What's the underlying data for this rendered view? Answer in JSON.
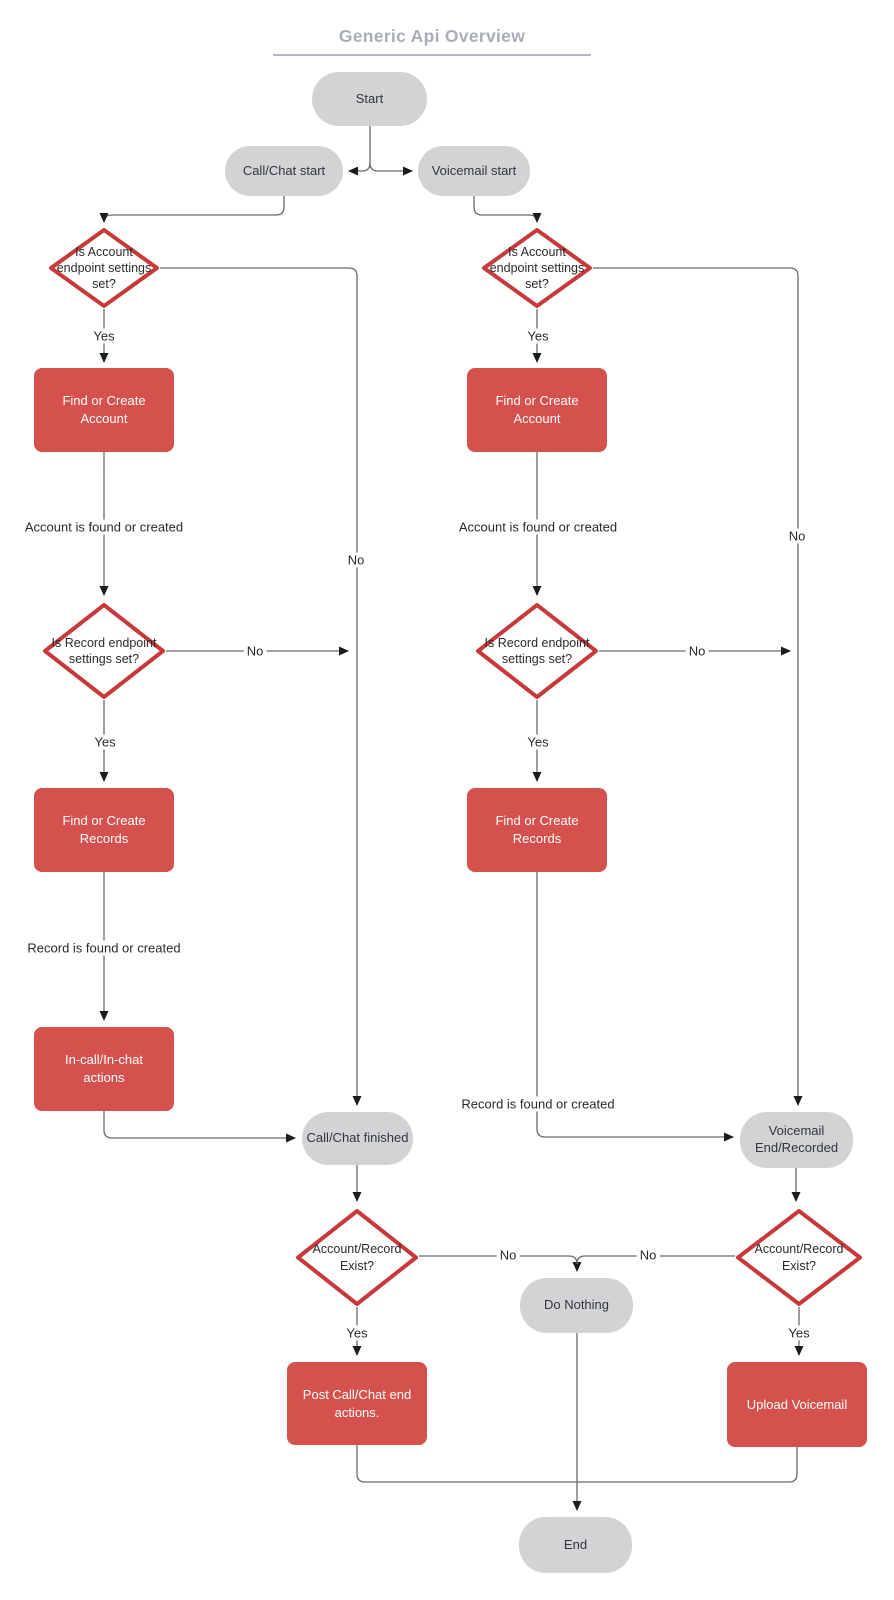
{
  "diagram": {
    "title": "Generic Api Overview",
    "colors": {
      "terminator_fill": "#d1d3d4",
      "process_fill": "#d4514e",
      "process_text": "#ffffff",
      "decision_border": "#c8393c",
      "decision_fill": "#ffffff",
      "connector_line": "#6a6a6a",
      "arrowhead": "#1c1c1c",
      "title_text": "#a8aeb9"
    },
    "nodes": {
      "start": {
        "type": "terminator",
        "label": "Start"
      },
      "callchat_start": {
        "type": "terminator",
        "label": "Call/Chat start"
      },
      "voicemail_start": {
        "type": "terminator",
        "label": "Voicemail start"
      },
      "dec_account_call": {
        "type": "decision",
        "label": "Is Account endpoint settings set?"
      },
      "find_account_call": {
        "type": "process",
        "label": "Find or Create Account"
      },
      "dec_record_call": {
        "type": "decision",
        "label": "Is Record endpoint settings set?"
      },
      "find_records_call": {
        "type": "process",
        "label": "Find or Create Records"
      },
      "incall_actions": {
        "type": "process",
        "label": "In-call/In-chat actions"
      },
      "callchat_finished": {
        "type": "terminator",
        "label": "Call/Chat finished"
      },
      "dec_account_vm": {
        "type": "decision",
        "label": "Is Account endpoint settings set?"
      },
      "find_account_vm": {
        "type": "process",
        "label": "Find or Create Account"
      },
      "dec_record_vm": {
        "type": "decision",
        "label": "Is Record endpoint settings set?"
      },
      "find_records_vm": {
        "type": "process",
        "label": "Find or Create Records"
      },
      "voicemail_end": {
        "type": "terminator",
        "label": "Voicemail End/Recorded"
      },
      "dec_exist_call": {
        "type": "decision",
        "label": "Account/Record Exist?"
      },
      "dec_exist_vm": {
        "type": "decision",
        "label": "Account/Record Exist?"
      },
      "do_nothing": {
        "type": "terminator",
        "label": "Do Nothing"
      },
      "post_call_actions": {
        "type": "process",
        "label": "Post Call/Chat end actions."
      },
      "upload_voicemail": {
        "type": "process",
        "label": "Upload Voicemail"
      },
      "end": {
        "type": "terminator",
        "label": "End"
      }
    },
    "edge_labels": {
      "yes_account_call": "Yes",
      "no_account_call": "No",
      "acct_found_call": "Account is found or created",
      "yes_record_call": "Yes",
      "no_record_call": "No",
      "rec_found_call": "Record is found or created",
      "yes_exist_call": "Yes",
      "no_exist_call": "No",
      "yes_account_vm": "Yes",
      "no_account_vm": "No",
      "acct_found_vm": "Account is found or created",
      "yes_record_vm": "Yes",
      "no_record_vm": "No",
      "rec_found_vm": "Record is found or created",
      "yes_exist_vm": "Yes",
      "no_exist_vm": "No"
    },
    "edges": [
      {
        "from": "start",
        "to": "callchat_start"
      },
      {
        "from": "start",
        "to": "voicemail_start"
      },
      {
        "from": "callchat_start",
        "to": "dec_account_call"
      },
      {
        "from": "dec_account_call",
        "to": "find_account_call",
        "label": "Yes"
      },
      {
        "from": "dec_account_call",
        "to": "callchat_finished",
        "label": "No"
      },
      {
        "from": "find_account_call",
        "to": "dec_record_call",
        "label": "Account is found or created"
      },
      {
        "from": "dec_record_call",
        "to": "find_records_call",
        "label": "Yes"
      },
      {
        "from": "dec_record_call",
        "to": "callchat_finished",
        "label": "No"
      },
      {
        "from": "find_records_call",
        "to": "incall_actions",
        "label": "Record is found or created"
      },
      {
        "from": "incall_actions",
        "to": "callchat_finished"
      },
      {
        "from": "callchat_finished",
        "to": "dec_exist_call"
      },
      {
        "from": "dec_exist_call",
        "to": "post_call_actions",
        "label": "Yes"
      },
      {
        "from": "dec_exist_call",
        "to": "do_nothing",
        "label": "No"
      },
      {
        "from": "post_call_actions",
        "to": "end"
      },
      {
        "from": "voicemail_start",
        "to": "dec_account_vm"
      },
      {
        "from": "dec_account_vm",
        "to": "find_account_vm",
        "label": "Yes"
      },
      {
        "from": "dec_account_vm",
        "to": "voicemail_end",
        "label": "No"
      },
      {
        "from": "find_account_vm",
        "to": "dec_record_vm",
        "label": "Account is found or created"
      },
      {
        "from": "dec_record_vm",
        "to": "find_records_vm",
        "label": "Yes"
      },
      {
        "from": "dec_record_vm",
        "to": "voicemail_end",
        "label": "No"
      },
      {
        "from": "find_records_vm",
        "to": "voicemail_end",
        "label": "Record is found or created"
      },
      {
        "from": "voicemail_end",
        "to": "dec_exist_vm"
      },
      {
        "from": "dec_exist_vm",
        "to": "upload_voicemail",
        "label": "Yes"
      },
      {
        "from": "dec_exist_vm",
        "to": "do_nothing",
        "label": "No"
      },
      {
        "from": "upload_voicemail",
        "to": "end"
      },
      {
        "from": "do_nothing",
        "to": "end"
      }
    ]
  }
}
